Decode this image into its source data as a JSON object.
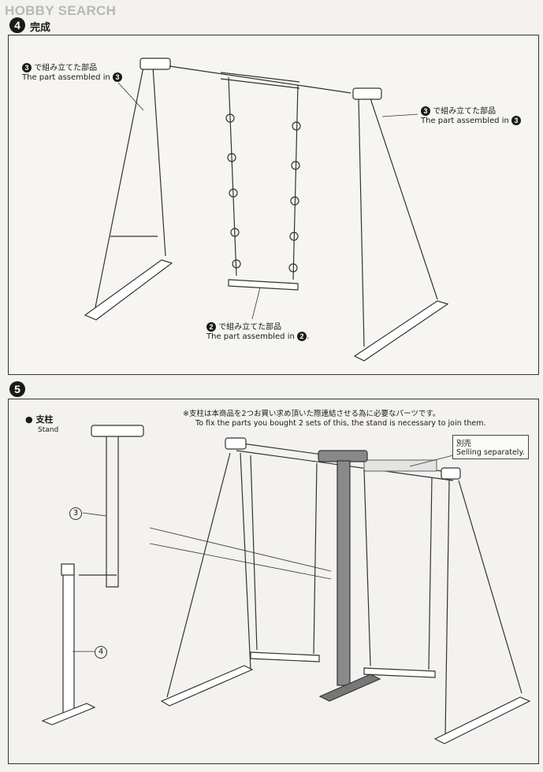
{
  "header": {
    "logo_hobby": "HOBBY",
    "logo_search": "SEARCH"
  },
  "step4": {
    "number": "4",
    "title": "完成"
  },
  "step5": {
    "number": "5"
  },
  "callouts": {
    "left_jp": "で組み立てた部品",
    "left_en": "The part assembled in",
    "left_num": "3",
    "right_jp": "で組み立てた部品",
    "right_en": "The part assembled in",
    "right_num": "3",
    "bottom_jp": "で組み立てた部品",
    "bottom_en": "The part assembled in",
    "bottom_num": "2"
  },
  "stand": {
    "title_jp": "支柱",
    "title_en": "Stand",
    "part_a": "3",
    "part_b": "4"
  },
  "note": {
    "jp": "※支柱は本商品を2つお買い求め頂いた際連結させる為に必要なパーツです。",
    "en": "To fix the parts you bought 2 sets of this, the stand is necessary to join them."
  },
  "sold_separately": {
    "jp": "別売",
    "en": "Selling separately."
  }
}
